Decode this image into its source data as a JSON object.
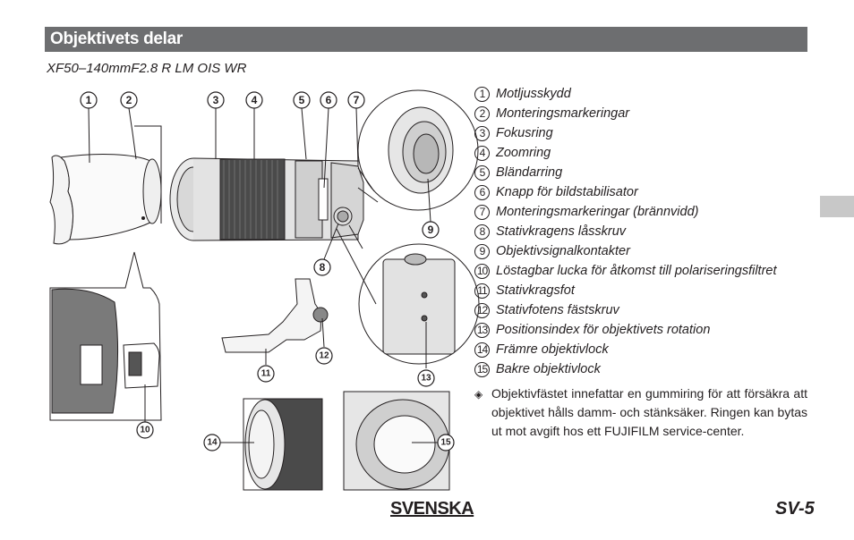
{
  "section_title": "Objektivets delar",
  "model": "XF50–140mmF2.8 R LM OIS WR",
  "callouts": [
    "①",
    "②",
    "③",
    "④",
    "⑤",
    "⑥",
    "⑦",
    "⑧",
    "⑨",
    "⑩",
    "⑪",
    "⑫",
    "⑬",
    "⑭",
    "⑮"
  ],
  "parts": [
    {
      "num": "1",
      "label": "Motljusskydd"
    },
    {
      "num": "2",
      "label": "Monteringsmarkeringar"
    },
    {
      "num": "3",
      "label": "Fokusring"
    },
    {
      "num": "4",
      "label": "Zoomring"
    },
    {
      "num": "5",
      "label": "Bländarring"
    },
    {
      "num": "6",
      "label": "Knapp för bildstabilisator"
    },
    {
      "num": "7",
      "label": "Monteringsmarkeringar (brännvidd)"
    },
    {
      "num": "8",
      "label": "Stativkragens låsskruv"
    },
    {
      "num": "9",
      "label": "Objektivsignalkontakter"
    },
    {
      "num": "10",
      "label": "Löstagbar lucka för åtkomst till polariseringsfiltret"
    },
    {
      "num": "11",
      "label": "Stativkragsfot"
    },
    {
      "num": "12",
      "label": "Stativfotens fästskruv"
    },
    {
      "num": "13",
      "label": "Positionsindex för objektivets rotation"
    },
    {
      "num": "14",
      "label": "Främre objektivlock"
    },
    {
      "num": "15",
      "label": "Bakre objektivlock"
    }
  ],
  "note": "Objektivfästet innefattar en gummiring för att försäkra att objektivet hålls damm- och stänksäker. Ringen kan bytas ut mot avgift hos ett FUJIFILM service-center.",
  "footer": {
    "language": "SVENSKA",
    "page": "SV-5"
  }
}
